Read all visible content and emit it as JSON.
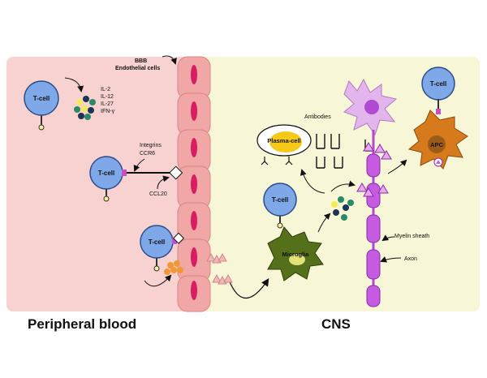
{
  "regions": {
    "peripheral": "Peripheral blood",
    "cns": "CNS"
  },
  "labels": {
    "bbb": "BBB",
    "endothelial": "Endothelial cells",
    "tcell": "T-cell",
    "cytokines": [
      "IL-2",
      "IL-12",
      "IL-27",
      "IFN-γ"
    ],
    "integrins": "Integrins",
    "ccr6": "CCR6",
    "ccl20": "CCL20",
    "antibodies": "Antibodies",
    "plasma_cell": "Plasma-cell",
    "apc": "APC",
    "microglia": "Microglia",
    "myelin_sheath": "Myelin sheath",
    "axon": "Axon"
  },
  "colors": {
    "peripheral_bg": "#f7d2d0",
    "cns_bg": "#f7f6d6",
    "endothelial": "#f1a7a5",
    "tcell_fill": "#7fa8e8",
    "microglia": "#55701b",
    "neuron": "#e2b6ec",
    "myelin": "#c55be0",
    "apc": "#d77a1c",
    "plasma": "#f6c918"
  }
}
